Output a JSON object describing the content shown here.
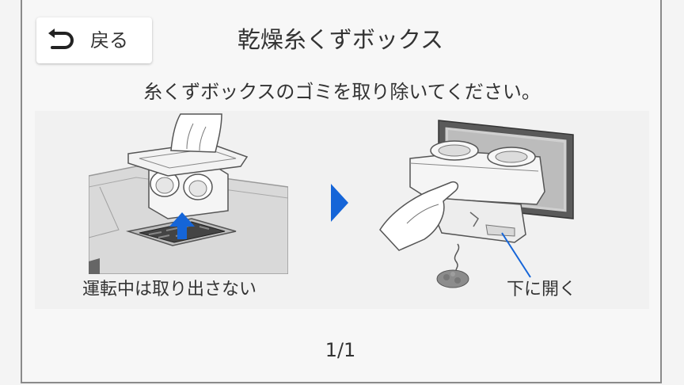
{
  "header": {
    "back_label": "戻る",
    "title": "乾燥糸くずボックス"
  },
  "main": {
    "instruction": "糸くずボックスのゴミを取り除いてください。",
    "left_caption": "運転中は取り出さない",
    "right_caption": "下に開く"
  },
  "footer": {
    "page_indicator": "1/1"
  },
  "colors": {
    "accent_blue": "#1565d8",
    "frame_border": "#8a8a8a",
    "background": "#f4f4f4"
  },
  "icons": {
    "back": "return-arrow-icon",
    "next": "triangle-right-icon"
  }
}
